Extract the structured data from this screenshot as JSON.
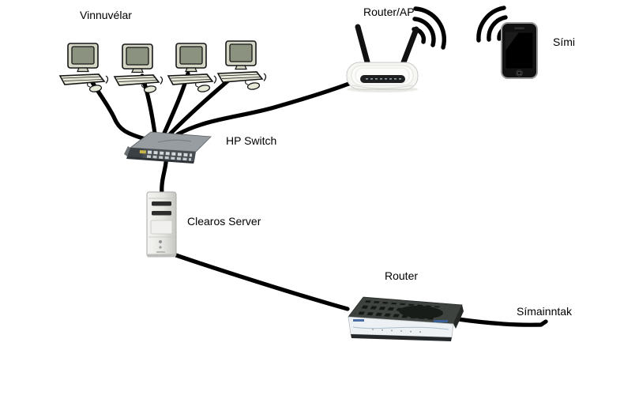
{
  "diagram": {
    "labels": {
      "workstations": "Vinnuvélar",
      "router_ap": "Router/AP",
      "phone": "Sími",
      "switch": "HP Switch",
      "server": "Clearos Server",
      "router": "Router",
      "phone_line": "Símainntak"
    },
    "nodes": [
      {
        "id": "workstations",
        "label": "Vinnuvélar",
        "type": "desktop-computer-group",
        "count": 4
      },
      {
        "id": "hp-switch",
        "label": "HP Switch",
        "type": "rackmount-switch"
      },
      {
        "id": "clearos-server",
        "label": "Clearos Server",
        "type": "tower-server"
      },
      {
        "id": "router-ap",
        "label": "Router/AP",
        "type": "wireless-router",
        "antennas": 2
      },
      {
        "id": "phone",
        "label": "Sími",
        "type": "smartphone"
      },
      {
        "id": "router",
        "label": "Router",
        "type": "desktop-router"
      },
      {
        "id": "phone-line",
        "label": "Símainntak",
        "type": "external-telephone-line"
      }
    ],
    "connections": [
      {
        "from": "workstation-1",
        "to": "hp-switch",
        "kind": "wired"
      },
      {
        "from": "workstation-2",
        "to": "hp-switch",
        "kind": "wired"
      },
      {
        "from": "workstation-3",
        "to": "hp-switch",
        "kind": "wired"
      },
      {
        "from": "workstation-4",
        "to": "hp-switch",
        "kind": "wired"
      },
      {
        "from": "hp-switch",
        "to": "router-ap",
        "kind": "wired"
      },
      {
        "from": "hp-switch",
        "to": "clearos-server",
        "kind": "wired"
      },
      {
        "from": "clearos-server",
        "to": "router",
        "kind": "wired"
      },
      {
        "from": "router",
        "to": "phone-line",
        "kind": "wired"
      },
      {
        "from": "router-ap",
        "to": "phone",
        "kind": "wireless"
      }
    ],
    "colors": {
      "background": "#ffffff",
      "cable": "#000000",
      "text": "#000000",
      "switch_body": "#979da1",
      "server_body": "#e4e4e0",
      "router_top": "#3e433f",
      "router_front": "#edf1f3"
    }
  }
}
